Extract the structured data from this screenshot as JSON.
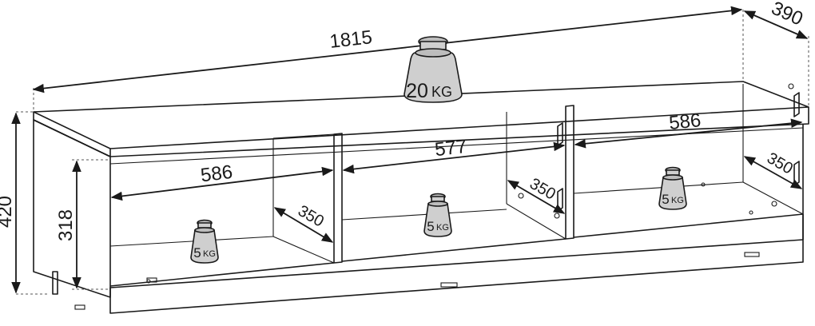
{
  "dimensions": {
    "width": "1815",
    "depth": "390",
    "height": "420",
    "inner_height": "318",
    "left_compartment": "586",
    "middle_compartment": "577",
    "right_compartment": "586",
    "depth_left": "350",
    "depth_middle": "350",
    "depth_right": "350"
  },
  "weights": {
    "top_value": "20",
    "top_unit": "KG",
    "left_value": "5",
    "left_unit": "KG",
    "middle_value": "5",
    "middle_unit": "KG",
    "right_value": "5",
    "right_unit": "KG"
  }
}
